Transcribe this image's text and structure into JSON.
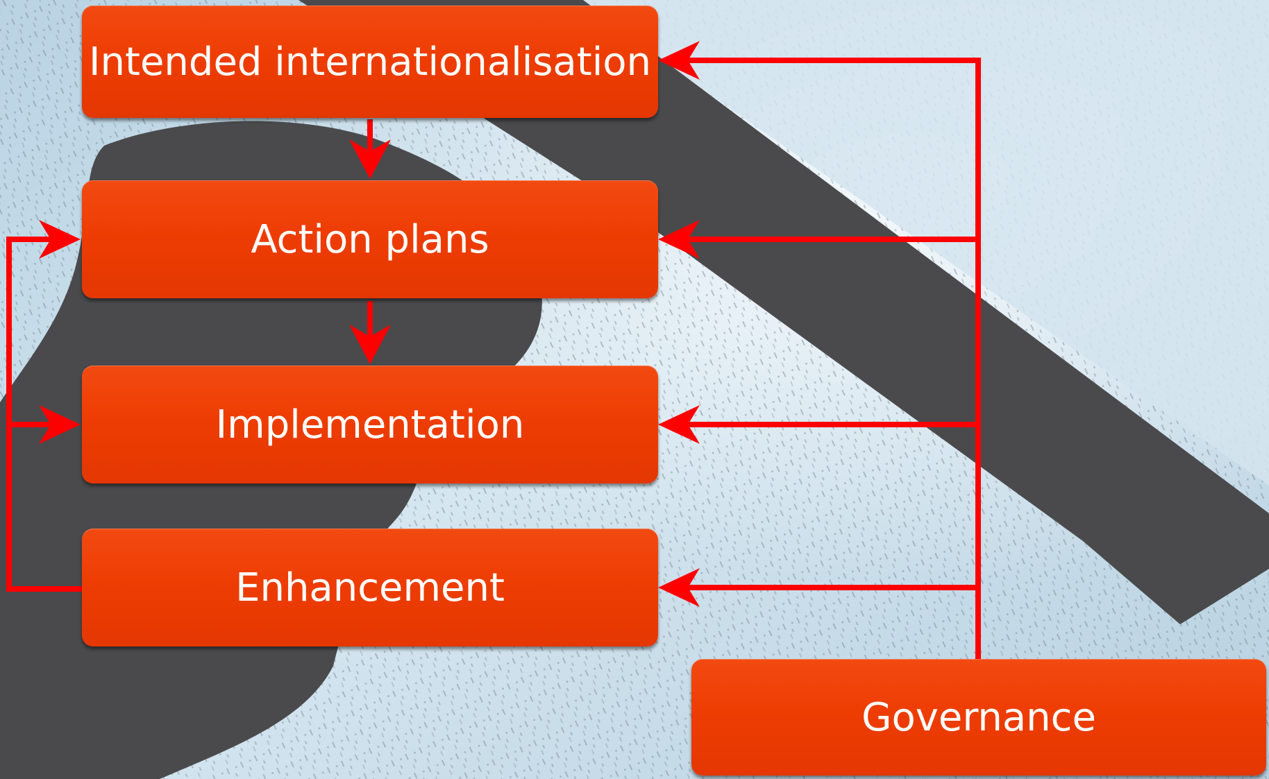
{
  "diagram": {
    "nodes": {
      "intended": "Intended internationalisation",
      "action_plans": "Action plans",
      "implementation": "Implementation",
      "enhancement": "Enhancement",
      "governance": "Governance"
    },
    "edges": [
      {
        "from": "intended",
        "to": "action_plans"
      },
      {
        "from": "action_plans",
        "to": "implementation"
      },
      {
        "from": "enhancement",
        "to": "action_plans"
      },
      {
        "from": "enhancement",
        "to": "implementation"
      },
      {
        "from": "governance",
        "to": "intended"
      },
      {
        "from": "governance",
        "to": "action_plans"
      },
      {
        "from": "governance",
        "to": "implementation"
      },
      {
        "from": "governance",
        "to": "enhancement"
      }
    ]
  },
  "colors": {
    "box_fill": "#ee3d03",
    "box_text": "#ffffff",
    "arrow": "#ff0000",
    "sky": "#cfe1ec",
    "squeegee": "#4a4a4c"
  },
  "background": "window-squeegee-photo"
}
